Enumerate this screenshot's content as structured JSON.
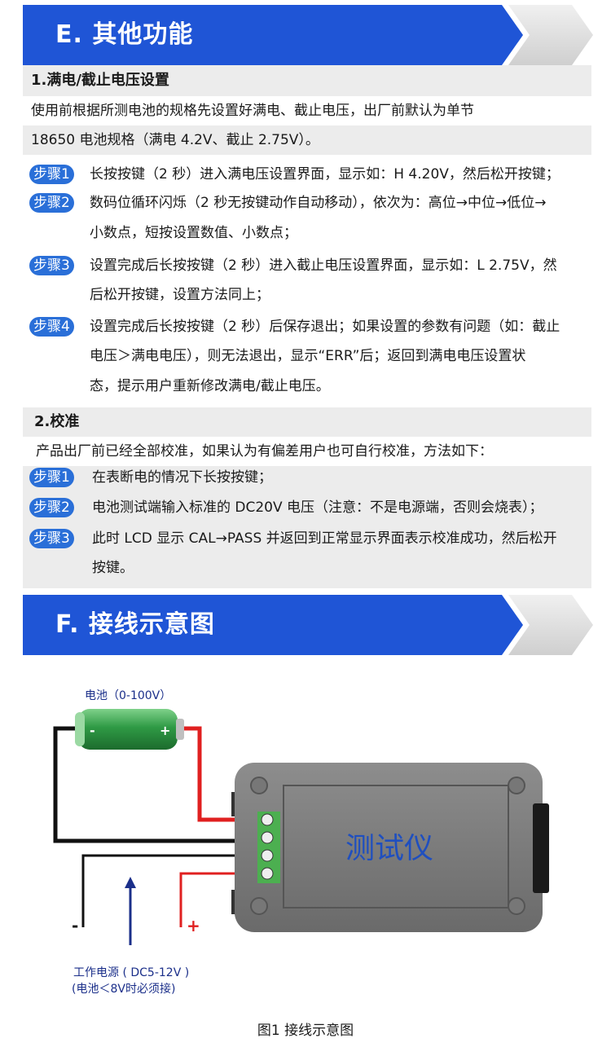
{
  "section_e": {
    "title": "E. 其他功能",
    "sub1_heading": "1.满电/截止电压设置",
    "sub1_intro_line1": "使用前根据所测电池的规格先设置好满电、截止电压，出厂前默认为单节",
    "sub1_intro_line2": "18650 电池规格（满电 4.2V、截止 2.75V）。",
    "steps1": [
      {
        "badge": "步骤1",
        "lines": [
          "长按按键（2 秒）进入满电压设置界面，显示如：H 4.20V，然后松开按键；"
        ]
      },
      {
        "badge": "步骤2",
        "lines": [
          "数码位循环闪烁（2 秒无按键动作自动移动），依次为：高位→中位→低位→",
          "小数点，短按设置数值、小数点；"
        ]
      },
      {
        "badge": "步骤3",
        "lines": [
          "设置完成后长按按键（2 秒）进入截止电压设置界面，显示如：L 2.75V，然",
          "后松开按键，设置方法同上；"
        ]
      },
      {
        "badge": "步骤4",
        "lines": [
          "设置完成后长按按键（2 秒）后保存退出；如果设置的参数有问题（如：截止",
          "电压＞满电电压），则无法退出，显示“ERR”后；返回到满电电压设置状",
          "态，提示用户重新修改满电/截止电压。"
        ]
      }
    ],
    "sub2_heading": "2.校准",
    "sub2_intro": "产品出厂前已经全部校准，如果认为有偏差用户也可自行校准，方法如下：",
    "steps2": [
      {
        "badge": "步骤1",
        "lines": [
          "在表断电的情况下长按按键；"
        ]
      },
      {
        "badge": "步骤2",
        "lines": [
          "电池测试端输入标准的 DC20V 电压（注意：不是电源端，否则会烧表）；"
        ]
      },
      {
        "badge": "步骤3",
        "lines": [
          "此时 LCD 显示 CAL→PASS 并返回到正常显示界面表示校准成功，然后松开",
          "按键。"
        ]
      }
    ]
  },
  "section_f": {
    "title": "F. 接线示意图",
    "battery_label": "电池（0-100V）",
    "battery_minus": "-",
    "battery_plus": "+",
    "device_label": "测试仪",
    "power_minus": "-",
    "power_plus": "+",
    "power_label_line1": "工作电源 ( DC5-12V )",
    "power_label_line2": "(电池＜8V时必须接)",
    "caption": "图1 接线示意图"
  },
  "colors": {
    "banner_blue": "#1f55d6",
    "badge_blue": "#2a6fd8",
    "wire_red": "#e02020",
    "wire_black": "#111111",
    "battery_green": "#2f9a45"
  }
}
